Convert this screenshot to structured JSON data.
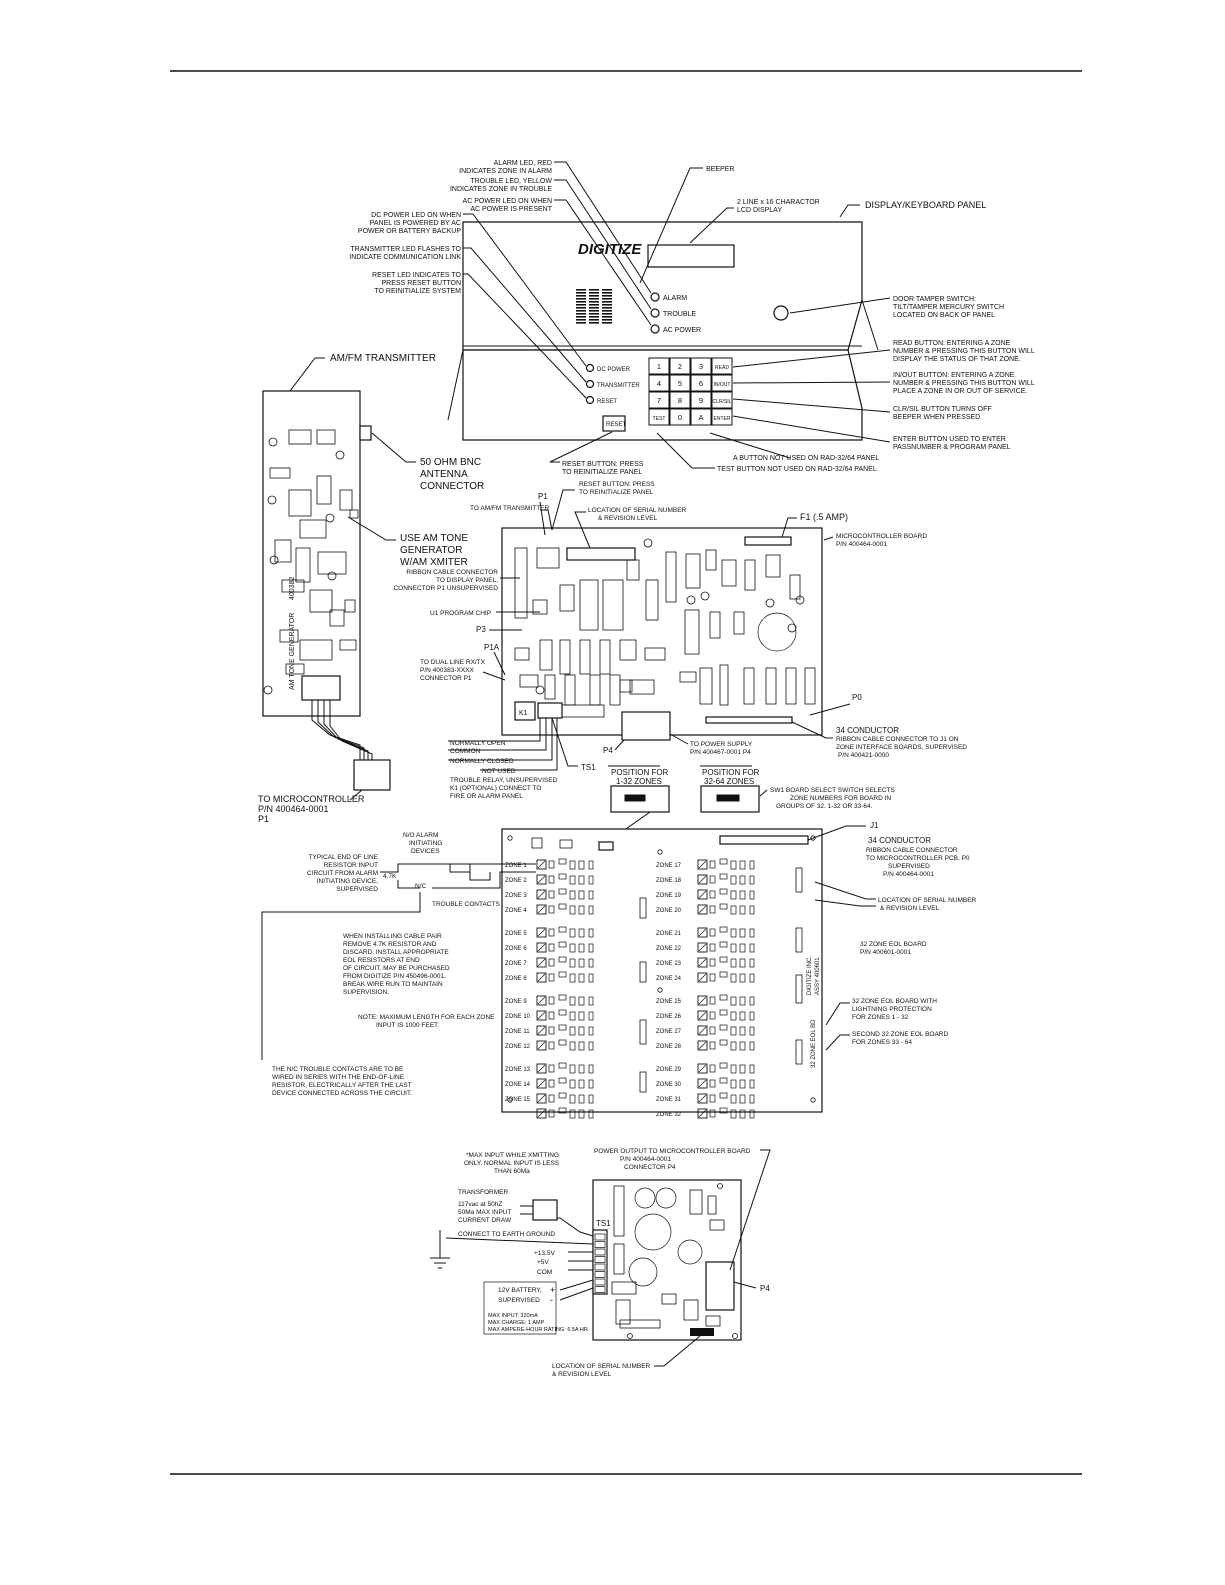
{
  "display_panel": {
    "brand": "DIGITIZE",
    "title": "DISPLAY/KEYBOARD PANEL",
    "led_labels": {
      "alarm": "ALARM",
      "trouble": "TROUBLE",
      "ac_power": "AC POWER",
      "dc_power": "DC POWER",
      "transmitter": "TRANSMITTER",
      "reset": "RESET"
    },
    "reset_key": "RESET",
    "keys": [
      "1",
      "2",
      "3",
      "READ",
      "4",
      "5",
      "6",
      "IN/OUT",
      "7",
      "8",
      "9",
      "CLR/SIL",
      "TEST",
      "0",
      "A",
      "ENTER"
    ],
    "callouts": {
      "alarm_led": [
        "ALARM LED, RED",
        "INDICATES ZONE IN ALARM"
      ],
      "trouble_led": [
        "TROUBLE LED, YELLOW",
        "INDICATES ZONE IN TROUBLE"
      ],
      "ac_led": [
        "AC POWER LED ON WHEN",
        "AC POWER IS PRESENT"
      ],
      "beeper": "BEEPER",
      "lcd": [
        "2 LINE x 16 CHARACTOR",
        "LCD DISPLAY"
      ],
      "dc_led": [
        "DC POWER LED ON WHEN",
        "PANEL IS POWERED BY AC",
        "POWER OR BATTERY BACKUP"
      ],
      "tx_led": [
        "TRANSMITTER LED FLASHES TO",
        "INDICATE COMMUNICATION LINK"
      ],
      "reset_led": [
        "RESET LED INDICATES TO",
        "PRESS RESET BUTTON",
        "TO REINITIALIZE SYSTEM"
      ],
      "tamper": [
        "DOOR TAMPER SWITCH:",
        "TILT/TAMPER MERCURY SWITCH",
        "LOCATED ON BACK OF PANEL"
      ],
      "read": [
        "READ BUTTON: ENTERING A ZONE",
        "NUMBER & PRESSING THIS BUTTON WILL",
        "DISPLAY THE STATUS OF THAT ZONE."
      ],
      "inout": [
        "IN/OUT BUTTON: ENTERING A ZONE",
        "NUMBER & PRESSING THIS BUTTON WILL",
        "PLACE A ZONE IN OR OUT OF SERVICE."
      ],
      "clr": [
        "CLR/SIL BUTTON TURNS OFF",
        "BEEPER WHEN PRESSED"
      ],
      "enter": [
        "ENTER BUTTON USED TO ENTER",
        "PASSNUMBER & PROGRAM PANEL"
      ],
      "a_btn": "A BUTTON NOT USED ON RAD-32/64 PANEL",
      "test_btn": "TEST BUTTON NOT USED ON RAD-32/64 PANEL",
      "reset_btn": [
        "RESET BUTTON: PRESS",
        "TO REINITIALIZE PANEL"
      ]
    }
  },
  "transmitter": {
    "title": "AM/FM TRANSMITTER",
    "vertical_label": "AM TONE GENERATOR",
    "part": "400382",
    "bnc": [
      "50 OHM BNC",
      "ANTENNA",
      "CONNECTOR"
    ],
    "tone": [
      "USE AM TONE",
      "GENERATOR",
      "W/AM XMITER"
    ],
    "to_micro": [
      "TO MICROCONTROLLER",
      "P/N 400464-0001",
      "P1"
    ]
  },
  "micro_board": {
    "labels": {
      "p1": "P1",
      "reset": [
        "RESET BUTTON: PRESS",
        "TO REINITIALIZE PANEL"
      ],
      "to_tx": "TO AM/FM TRANSMITTER",
      "serial": [
        "LOCATION OF SERIAL NUMBER",
        "& REVISION LEVEL"
      ],
      "fuse": "F1 (.5 AMP)",
      "board": [
        "MICROCONTROLLER BOARD",
        "P/N 400464-0001"
      ],
      "ribbon": [
        "RIBBON CABLE CONNECTOR",
        "TO DISPLAY PANEL,",
        "CONNECTOR P1 UNSUPERVISED"
      ],
      "u1": "U1 PROGRAM CHIP",
      "p3": "P3",
      "p1a": "P1A",
      "dual": [
        "TO DUAL LINE RX/TX",
        "P/N 400383-XXXX",
        "CONNECTOR P1"
      ],
      "k1": "K1",
      "p0": "P0",
      "p4": "P4",
      "ts1": "TS1",
      "cond34": [
        "34 CONDUCTOR",
        "RIBBON CABLE CONNECTOR TO J1 ON",
        "ZONE INTERFACE BOARDS, SUPERVISED",
        "P/N 400421-0000"
      ],
      "power": [
        "TO POWER SUPPLY",
        "P/N 400467-0001 P4"
      ],
      "relay": [
        "NORMALLY OPEN",
        "COMMON",
        "NORMALLY CLOSED",
        "NOT USED"
      ],
      "relay_note": [
        "TROUBLE RELAY, UNSUPERVISED",
        "K1 (OPTIONAL) CONNECT TO",
        "FIRE OR ALARM PANEL"
      ],
      "pos1": [
        "POSITION FOR",
        "1-32 ZONES"
      ],
      "pos2": [
        "POSITION FOR",
        "32-64 ZONES"
      ],
      "sw1": [
        "SW1 BOARD SELECT SWITCH SELECTS",
        "ZONE NUMBERS FOR BOARD IN",
        "GROUPS OF 32.  1-32 OR 33-64."
      ]
    }
  },
  "zone_board": {
    "zones_left": [
      "ZONE 1",
      "ZONE 2",
      "ZONE 3",
      "ZONE 4",
      "ZONE 5",
      "ZONE 6",
      "ZONE 7",
      "ZONE 8",
      "ZONE 9",
      "ZONE 10",
      "ZONE 11",
      "ZONE 12",
      "ZONE 13",
      "ZONE 14",
      "ZONE 15"
    ],
    "zones_right": [
      "ZONE 17",
      "ZONE 18",
      "ZONE 19",
      "ZONE 20",
      "ZONE 21",
      "ZONE 22",
      "ZONE 23",
      "ZONE 24",
      "ZONE 25",
      "ZONE 26",
      "ZONE 27",
      "ZONE 28",
      "ZONE 29",
      "ZONE 30",
      "ZONE 31",
      "ZONE 32"
    ],
    "labels": {
      "j1": "J1",
      "cond34": [
        "34 CONDUCTOR",
        "RIBBON CABLE CONNECTOR",
        "TO MICROCONTROLLER PCB, P0",
        "SUPERVISED",
        "P/N 400464-0001"
      ],
      "serial": [
        "LOCATION OF SERIAL NUMBER",
        "& REVISION LEVEL"
      ],
      "eol32": [
        "32 ZONE EOL BOARD",
        "P/N 400601-0001"
      ],
      "lightning": [
        "32 ZONE EOL BOARD WITH",
        "LIGHTNING PROTECTION",
        "FOR ZONES 1 - 32"
      ],
      "second": [
        "SECOND 32 ZONE EOL BOARD",
        "FOR ZONES 33 - 64"
      ],
      "no_alarm": [
        "N/O ALARM",
        "INITIATING",
        "DEVICES"
      ],
      "typical": [
        "TYPICAL END OF LINE",
        "RESISTOR INPUT",
        "CIRCUIT FROM ALARM",
        "INITIATING DEVICE,",
        "SUPERVISED"
      ],
      "r47k": "4.7K",
      "nc": "N/C",
      "trouble_contacts": "TROUBLE CONTACTS",
      "install": [
        "WHEN INSTALLING CABLE PAIR",
        "REMOVE 4.7K RESISTOR AND",
        "DISCARD. INSTALL APPROPRIATE",
        "EOL RESISTORS AT END",
        "OF CIRCUIT. MAY BE PURCHASED",
        "FROM DIGITIZE P/N 450496-0001.",
        "BREAK WIRE RUN TO MAINTAIN",
        "SUPERVISION."
      ],
      "note": [
        "NOTE: MAXIMUM LENGTH FOR EACH ZONE",
        "INPUT IS 1000 FEET."
      ],
      "nc_note": [
        "THE N/C TROUBLE CONTACTS ARE TO BE",
        "WIRED IN SERIES WITH THE END-OF-LINE",
        "RESISTOR, ELECTRICALLY AFTER THE LAST",
        "DEVICE CONNECTED ACROSS THE CIRCUIT."
      ],
      "vert1": "DIGITIZE INC.",
      "vert2": "ASSY 400601",
      "vert3": "32 ZONE EOL BD"
    }
  },
  "power_supply": {
    "labels": {
      "max_input": [
        "*MAX INPUT WHILE XMITTING",
        "ONLY. NORMAL INPUT IS LESS",
        "THAN 60Ma"
      ],
      "output": [
        "POWER OUTPUT TO MICROCONTROLLER BOARD",
        "P/N 400464-0001",
        "CONNECTOR P4"
      ],
      "transformer": "TRANSFORMER",
      "spec": [
        "117vac at 50hZ",
        "50Ma MAX INPUT",
        "CURRENT DRAW"
      ],
      "earth": "CONNECT TO EARTH GROUND",
      "ts1": "TS1",
      "v135": "+13.5V",
      "v5": "+5V",
      "com": "COM",
      "battery": [
        "12V BATTERY,",
        "SUPERVISED"
      ],
      "plus": "+",
      "minus": "-",
      "battery_spec": [
        "MAX INPUT: 320mA",
        "MAX CHARGE: 1 AMP",
        "MAX AMPERE-HOUR RATING: 6.5A HR."
      ],
      "p4": "P4",
      "serial": [
        "LOCATION OF SERIAL NUMBER",
        "& REVISION LEVEL"
      ]
    }
  }
}
